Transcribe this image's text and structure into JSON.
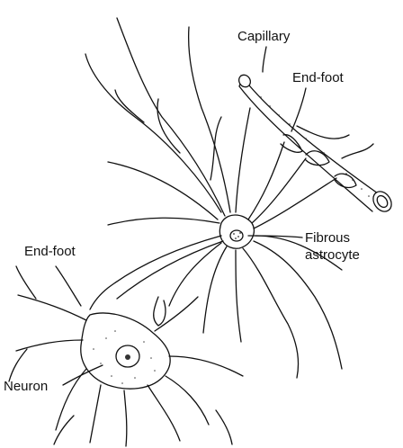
{
  "labels": {
    "capillary": "Capillary",
    "end_foot_top": "End-foot",
    "fibrous_astrocyte_line1": "Fibrous",
    "fibrous_astrocyte_line2": "astrocyte",
    "end_foot_left": "End-foot",
    "neuron": "Neuron"
  },
  "colors": {
    "ink": "#111111",
    "background": "#ffffff"
  }
}
